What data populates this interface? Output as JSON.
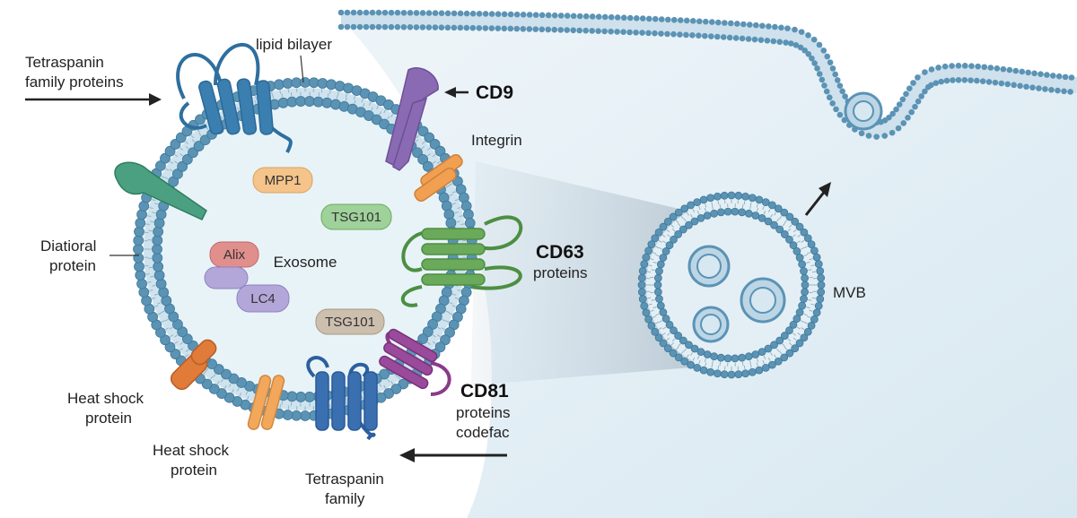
{
  "labels": {
    "lipid_bilayer": "lipid bilayer",
    "tetraspanin_top": [
      "Tetraspanin",
      "family proteins"
    ],
    "cd9": "CD9",
    "integrin": "Integrin",
    "diatioral": [
      "Diatioral",
      "protein"
    ],
    "cd63": "CD63",
    "cd63_sub": "proteins",
    "exosome": "Exosome",
    "heat_shock_1": [
      "Heat shock",
      "protein"
    ],
    "heat_shock_2": [
      "Heat shock",
      "protein"
    ],
    "tetraspanin_bottom": [
      "Tetraspanin",
      "family"
    ],
    "cd81": "CD81",
    "cd81_sub": [
      "proteins",
      "codefac"
    ],
    "mvb": "MVB"
  },
  "cargo": [
    {
      "label": "MPP1",
      "color": "#f5c48a"
    },
    {
      "label": "TSG101",
      "color": "#9fd19a"
    },
    {
      "label": "Alix",
      "color": "#e08f8c"
    },
    {
      "label": "LC4",
      "color": "#b3a7d9"
    },
    {
      "label": "TSG101",
      "color": "#cdbfae"
    }
  ],
  "colors": {
    "membrane_head": "#5b93b5",
    "cell_bg": "#e3eef5",
    "exosome_lumen": "#e8f3f8",
    "tetraspanin": "#3a7fb0",
    "cd9": "#8a6bb3",
    "integrin": "#f0a050",
    "cd63": "#6aaa5a",
    "cd81": "#9a4a9a",
    "heat_shock": "#e07b3a",
    "diatioral": "#4aa080"
  }
}
